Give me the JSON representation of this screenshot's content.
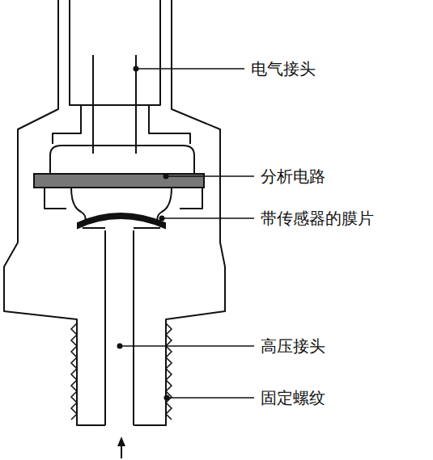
{
  "diagram": {
    "labels": [
      "电气接头",
      "分析电路",
      "带传感器的膜片",
      "高压接头",
      "固定螺纹"
    ]
  }
}
